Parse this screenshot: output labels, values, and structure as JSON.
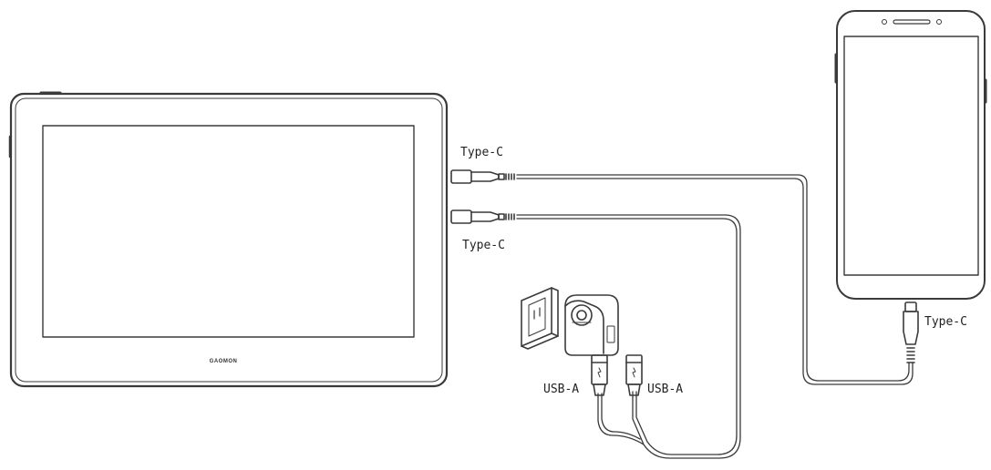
{
  "labels": {
    "monitor_type_c_top": "Type-C",
    "monitor_type_c_bottom": "Type-C",
    "phone_type_c": "Type-C",
    "usb_a_left": "USB-A",
    "usb_a_right": "USB-A"
  },
  "brand": "GAOMON",
  "colors": {
    "stroke": "#3a3a3a",
    "background": "#ffffff"
  }
}
